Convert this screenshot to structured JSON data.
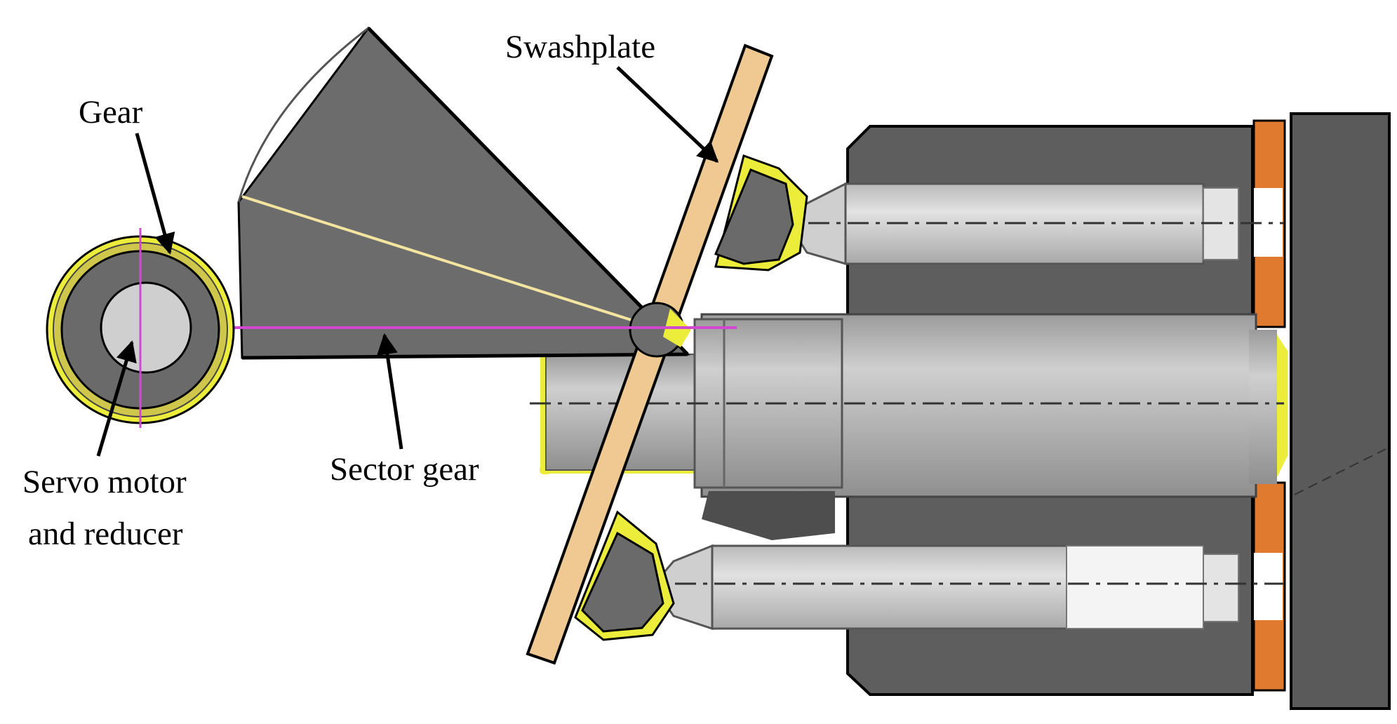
{
  "labels": {
    "swashplate": "Swashplate",
    "gear": "Gear",
    "servo_motor_line1": "Servo motor",
    "servo_motor_line2": "and reducer",
    "sector_gear": "Sector gear"
  },
  "colors": {
    "housing": "#5e5e5e",
    "housing_light": "#777777",
    "rod": "#cfcfcf",
    "rod_highlight": "#e9e9e9",
    "yellow": "#ecec3a",
    "swashplate": "#f0c892",
    "orange": "#e07a2e",
    "magenta": "#d04ad0",
    "sector": "#6c6c6c",
    "plate": "#5a5a5a"
  }
}
